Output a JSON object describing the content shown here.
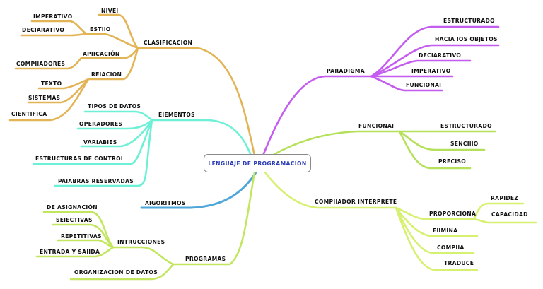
{
  "central": "LENGUAJE DE PROGRAMACION",
  "colors": {
    "clasificacion": "#e3b455",
    "elementos": "#6ef0d6",
    "algoritmos": "#4fa6d8",
    "programas": "#c3e660",
    "paradigma": "#c45cf0",
    "funcional": "#b5e05a",
    "compilador": "#d6f070",
    "central_text": "#2a3bb5"
  },
  "labels": {
    "clasificacion": "CLASIFICACION",
    "nivel": "NIVEl",
    "estilo": "ESTIlO",
    "imperativo_l": "IMPERATIVO",
    "declarativo_l": "DEClARATIVO",
    "aplicacion": "APlICACIÓN",
    "compiladores": "COMPIlADORES",
    "relacion": "RElACION",
    "texto": "TEXTO",
    "sistemas": "SISTEMAS",
    "cientifica": "CIENTIFICA",
    "elementos": "ElEMENTOS",
    "tipos_datos": "TIPOS DE DATOS",
    "operadores": "OPERADORES",
    "variables": "VARIABlES",
    "estructuras": "ESTRUCTURAS DE CONTROl",
    "palabras": "PAlABRAS RESERVADAS",
    "algoritmos": "AlGORITMOS",
    "programas": "PROGRAMAS",
    "instrucciones": "INTRUCCIONES",
    "asignacion": "DE ASIGNACIÓN",
    "selectivas": "SElECTIVAS",
    "repetitivas": "REPETITIVAS",
    "entrada": "ENTRADA Y SAlIDA",
    "organizacion": "ORGANIZACION DE DATOS",
    "paradigma": "PARADIGMA",
    "estructurado_p": "ESTRUCTURADO",
    "hacia_objetos": "HACIA lOS OBJETOS",
    "declarativo_p": "DEClARATIVO",
    "imperativo_p": "IMPERATIVO",
    "funcional_p": "FUNCIONAl",
    "funcional": "FUNCIONAl",
    "estructurado_f": "ESTRUCTURADO",
    "sencillo": "SENCIllO",
    "preciso": "PRECISO",
    "compilador": "COMPIlADOR INTERPRETE",
    "proporciona": "PROPORCIONA",
    "rapidez": "RAPIDEZ",
    "capacidad": "CAPACIDAD",
    "elimina": "ElIMINA",
    "compila": "COMPIlA",
    "traduce": "TRADUCE"
  }
}
